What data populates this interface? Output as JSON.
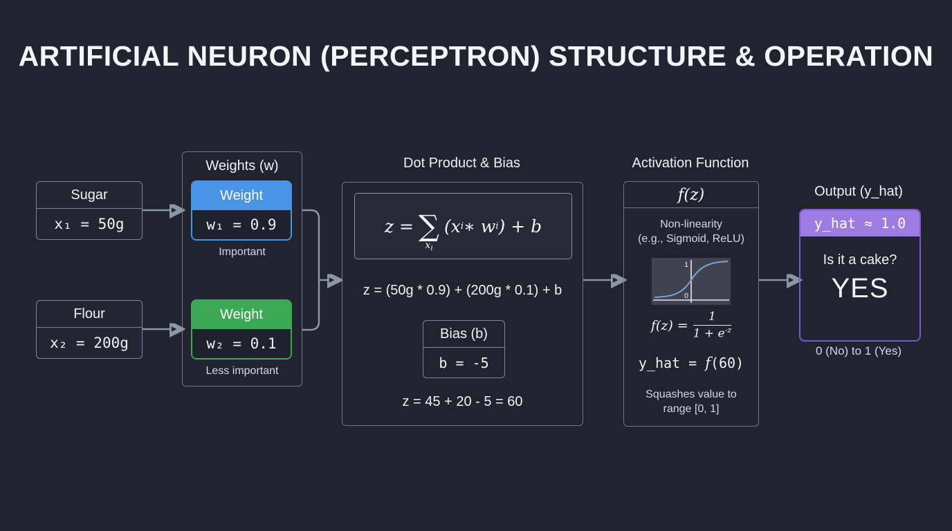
{
  "title": "ARTIFICIAL NEURON (PERCEPTRON) STRUCTURE & OPERATION",
  "colors": {
    "background": "#21242e",
    "blue": "#4a94e8",
    "green": "#3da954",
    "purple": "#9d7ce2",
    "purple_border": "#7e57d8",
    "arrow": "#8d96a4",
    "curve": "#7fa6da"
  },
  "inputs": [
    {
      "name": "Sugar",
      "value": "x₁ = 50g"
    },
    {
      "name": "Flour",
      "value": "x₂ = 200g"
    }
  ],
  "weights": {
    "title": "Weights (w)",
    "items": [
      {
        "header": "Weight",
        "value": "w₁ = 0.9",
        "note": "Important"
      },
      {
        "header": "Weight",
        "value": "w₂ = 0.1",
        "note": "Less important"
      }
    ]
  },
  "dot": {
    "title": "Dot Product & Bias",
    "formula": {
      "pre": "z = ",
      "sigma": "∑",
      "under_base": "x",
      "under_sub": "i",
      "p1": "(x",
      "s1": "i",
      "p2": " ∗ w",
      "s2": "i",
      "p3": ") + b"
    },
    "expanded": "z = (50g * 0.9) + (200g * 0.1) + b",
    "bias": {
      "header": "Bias (b)",
      "value": "b = -5"
    },
    "result": "z = 45 + 20 - 5 = 60"
  },
  "activation": {
    "title": "Activation Function",
    "header": "f(z)",
    "desc1": "Non-linearity",
    "desc2": "(e.g., Sigmoid, ReLU)",
    "graph": {
      "top_label": "1",
      "bottom_label": "0"
    },
    "sigmoid": {
      "lhs": "f(z) = ",
      "num": "1",
      "den_base": "1 + e",
      "den_sup": "-z"
    },
    "yhat": {
      "pre": "y_hat = ",
      "f": "f",
      "args": "(60)"
    },
    "note1": "Squashes value to",
    "note2": "range [0, 1]"
  },
  "output": {
    "title": "Output (y_hat)",
    "header": "y_hat ≈ 1.0",
    "question": "Is it a cake?",
    "answer": "YES",
    "note": "0 (No) to 1 (Yes)"
  }
}
